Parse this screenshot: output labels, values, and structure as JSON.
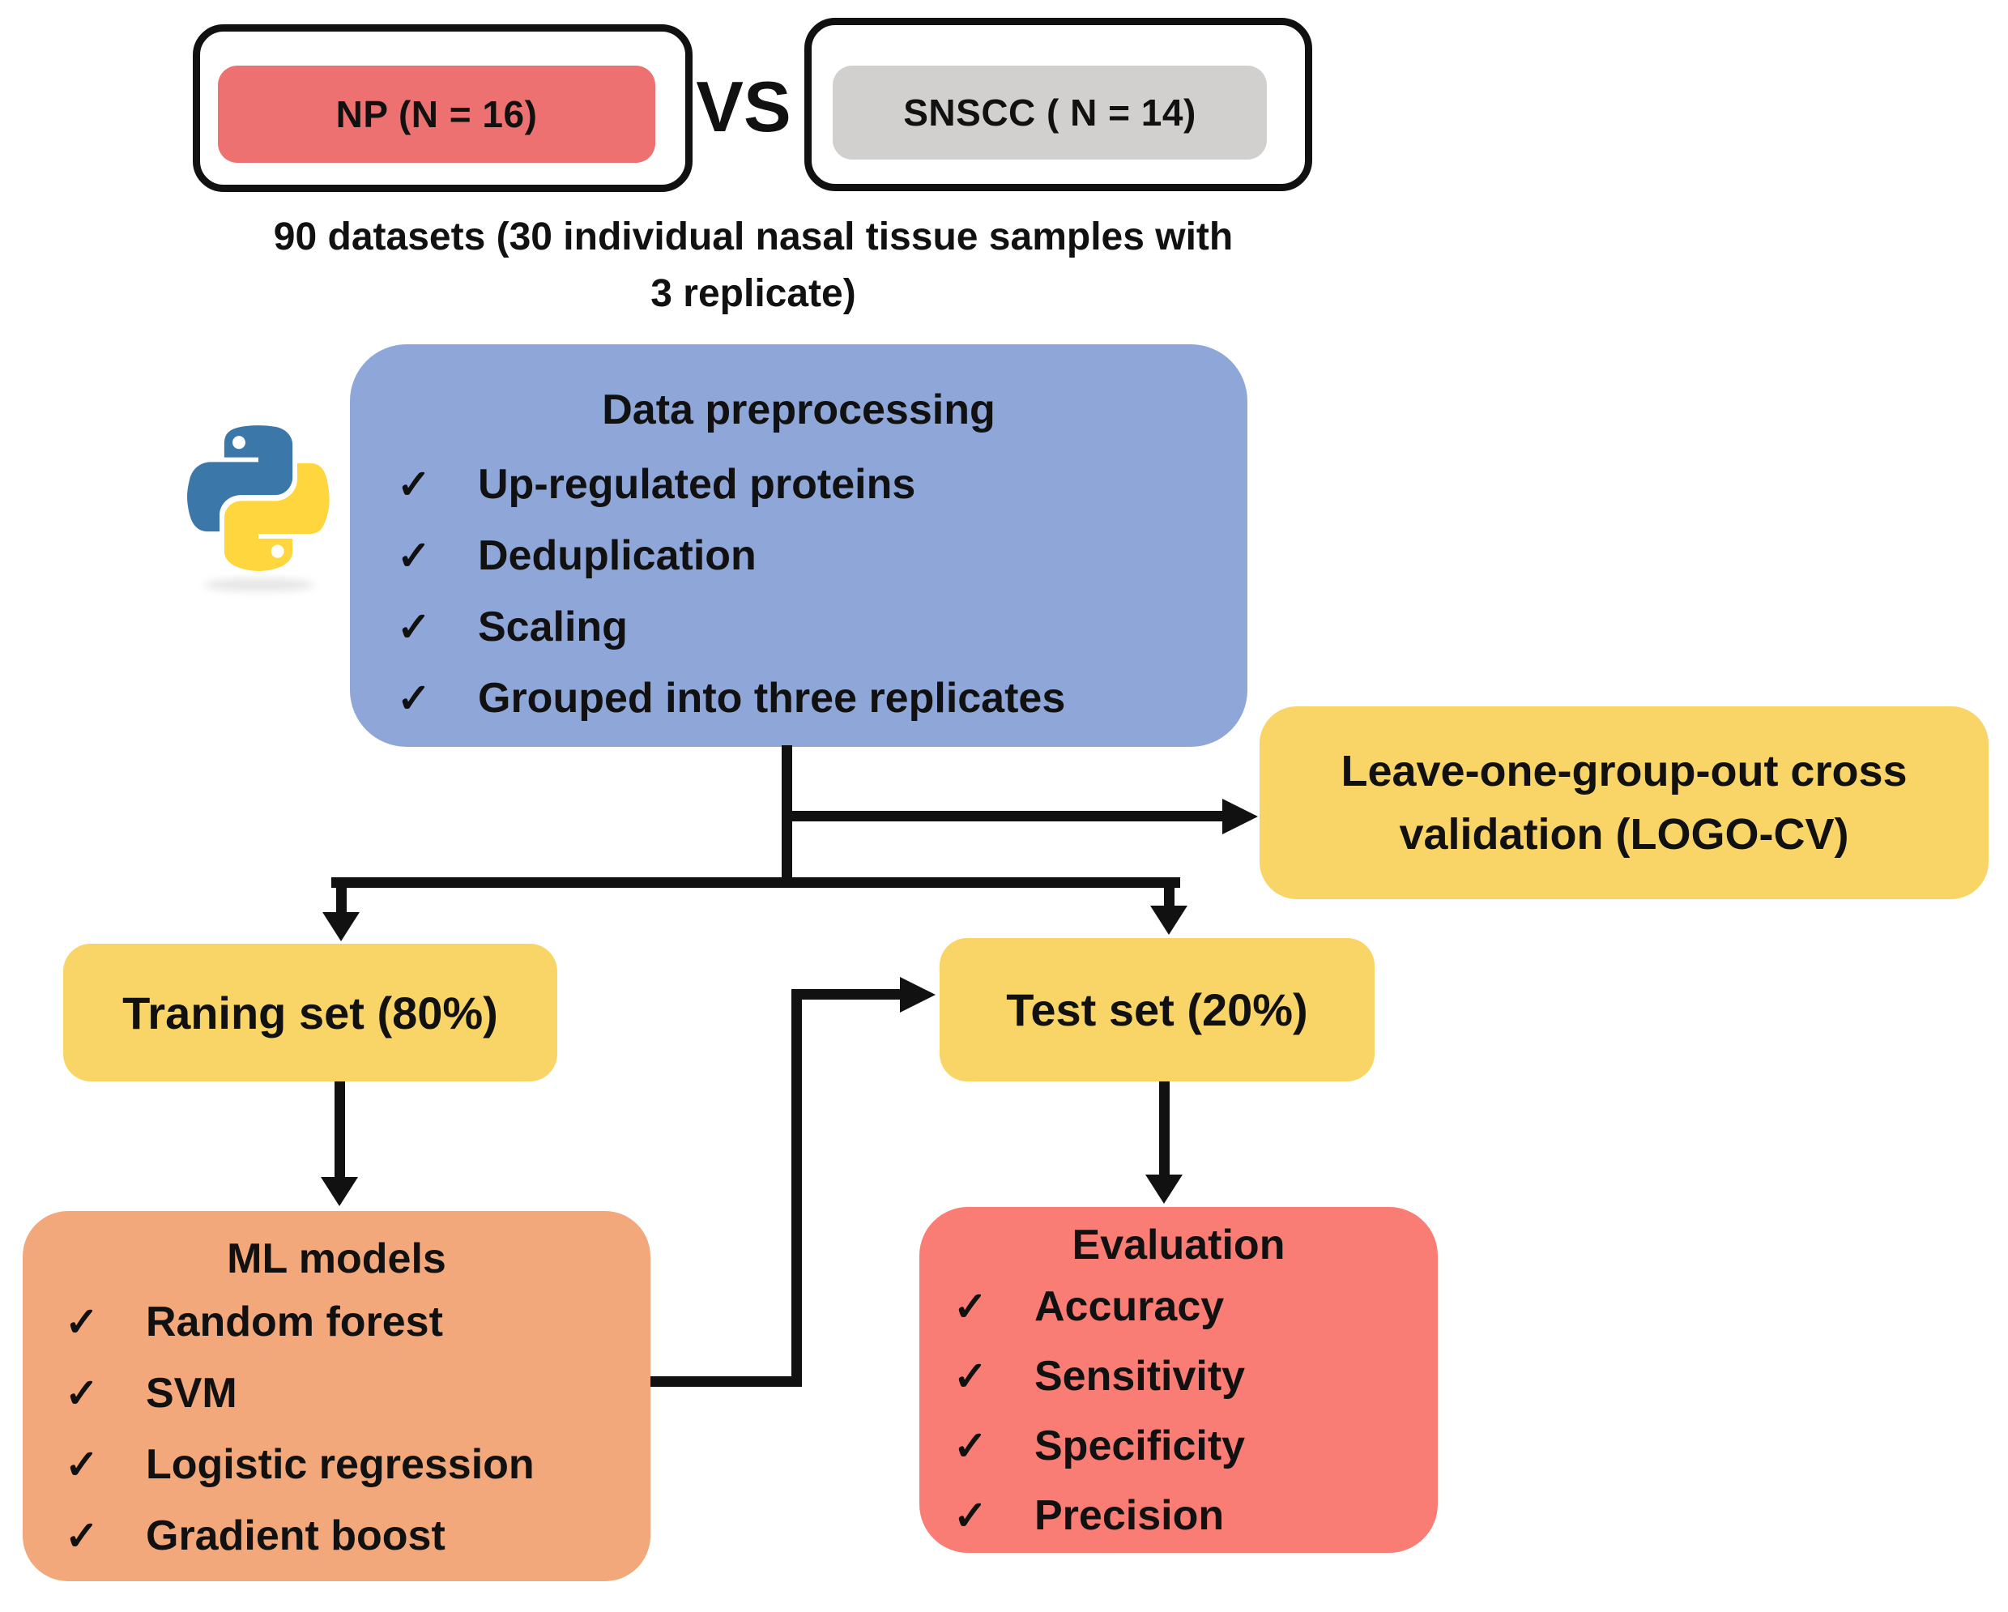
{
  "comparison": {
    "left_label": "NP (N = 16)",
    "vs_label": "VS",
    "right_label": "SNSCC ( N = 14)"
  },
  "caption": {
    "line1": "90 datasets (30 individual nasal tissue samples with",
    "line2": "3 replicate)"
  },
  "preprocessing": {
    "title": "Data preprocessing",
    "items": [
      "Up-regulated proteins",
      "Deduplication",
      "Scaling",
      "Grouped into three replicates"
    ]
  },
  "logo_cv": {
    "line1": "Leave-one-group-out cross",
    "line2": "validation (LOGO-CV)"
  },
  "training": {
    "label": "Traning set (80%)"
  },
  "test": {
    "label": "Test set (20%)"
  },
  "ml_models": {
    "title": "ML models",
    "items": [
      "Random forest",
      "SVM",
      "Logistic regression",
      "Gradient boost"
    ]
  },
  "evaluation": {
    "title": "Evaluation",
    "items": [
      "Accuracy",
      "Sensitivity",
      "Specificity",
      "Precision"
    ]
  },
  "glyphs": {
    "check": "✓"
  },
  "icons": {
    "python": "python-logo"
  },
  "colors": {
    "np_fill": "#EE7171",
    "snscc_fill": "#D2D0CE",
    "preprocessing_fill": "#8FA6D9",
    "yellow_fill": "#F9D567",
    "ml_fill": "#F2A87A",
    "evaluation_fill": "#F97D74",
    "line": "#111111",
    "python_blue": "#3B77A8",
    "python_yellow": "#FFD63E"
  }
}
